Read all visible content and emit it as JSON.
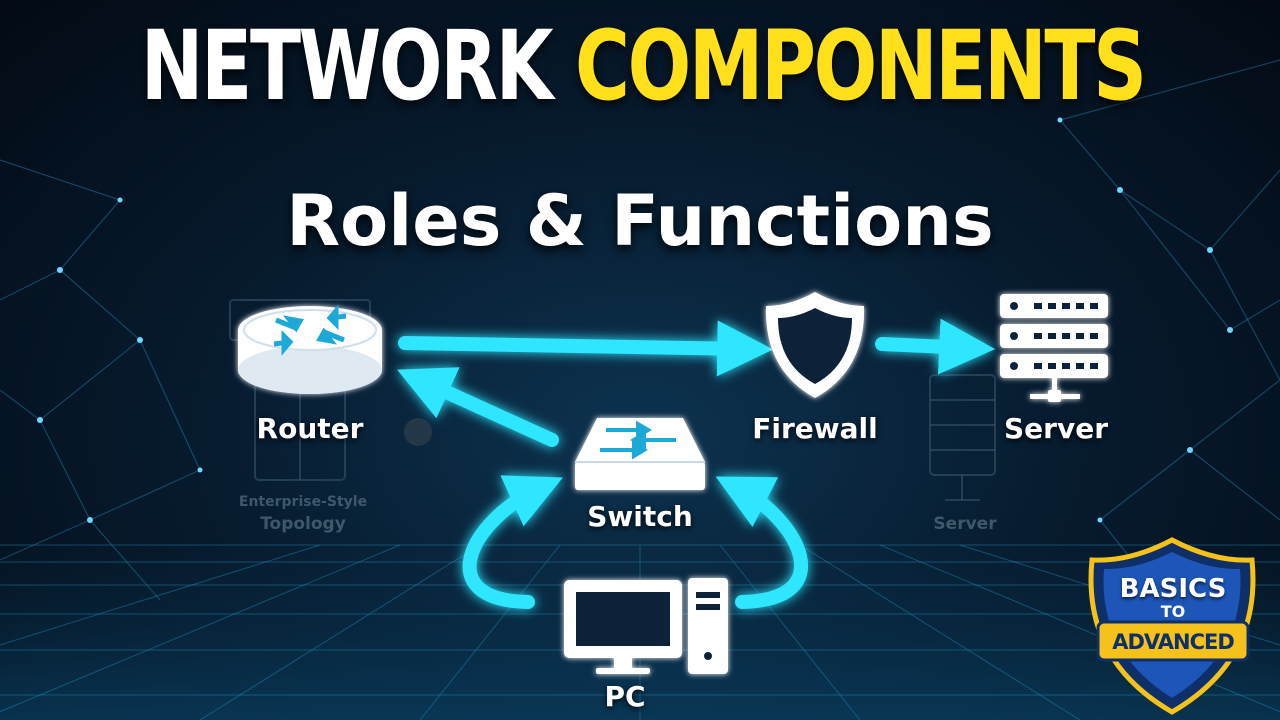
{
  "title": {
    "part1": "NETWORK",
    "part2": "COMPONENTS"
  },
  "subtitle": "Roles & Functions",
  "nodes": {
    "router": "Router",
    "firewall": "Firewall",
    "server": "Server",
    "switch": "Switch",
    "pc": "PC"
  },
  "background": {
    "ghost_label_1": "Enterprise-Style",
    "ghost_label_2": "Topology",
    "ghost_server": "Server"
  },
  "badge": {
    "line1": "BASICS",
    "line2": "TO",
    "line3": "ADVANCED"
  },
  "colors": {
    "accent_cyan": "#2fe6ff",
    "title_yellow": "#ffe01a",
    "badge_blue": "#1d56b8",
    "badge_gold": "#f5c21b"
  }
}
